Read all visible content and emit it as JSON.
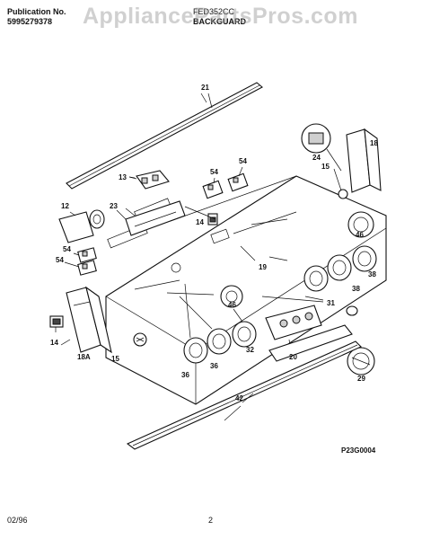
{
  "header": {
    "publication_label": "Publication No.",
    "publication_number": "5995279378",
    "model": "FED352CC",
    "section": "BACKGUARD"
  },
  "watermark": "AppliancePartsPros.com",
  "callouts": {
    "c21": "21",
    "c13": "13",
    "c54a": "54",
    "c54b": "54",
    "c18": "18",
    "c24": "24",
    "c15a": "15",
    "c12": "12",
    "c23": "23",
    "c14a": "14",
    "c54c": "54",
    "c54d": "54",
    "c46a": "46",
    "c19": "19",
    "c38a": "38",
    "c38b": "38",
    "c46b": "46",
    "c31": "31",
    "c14b": "14",
    "c18a": "18A",
    "c15b": "15",
    "c32": "32",
    "c36a": "36",
    "c36b": "36",
    "c20": "20",
    "c29": "29",
    "c42": "42"
  },
  "diagram_code": "P23G0004",
  "footer": {
    "date": "02/96",
    "page": "2"
  }
}
